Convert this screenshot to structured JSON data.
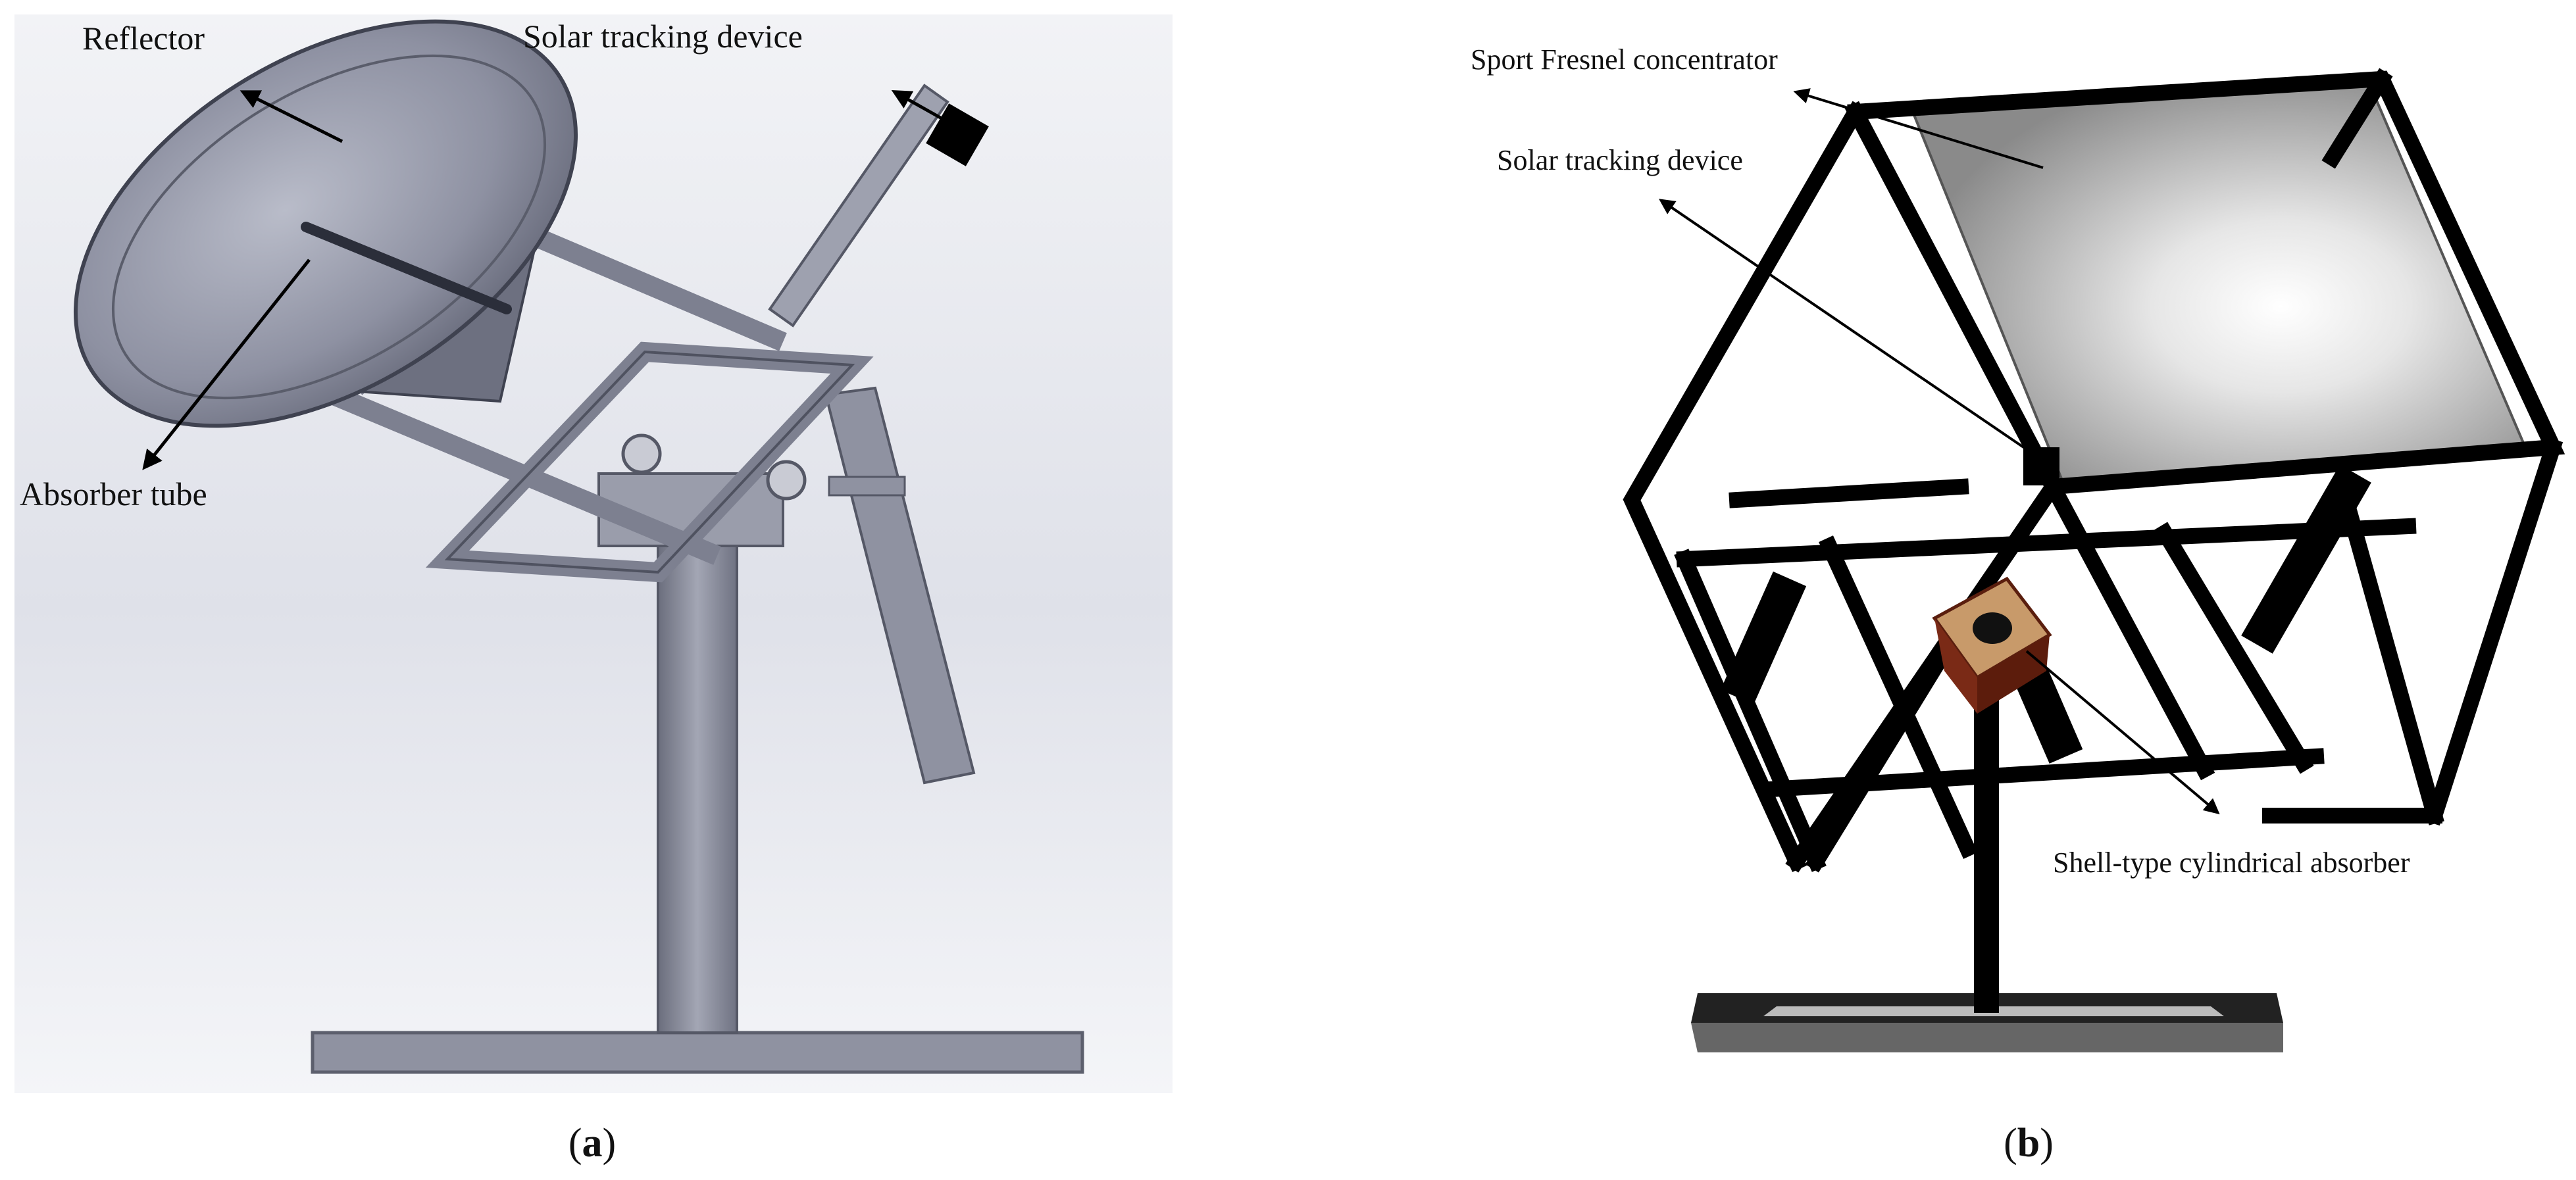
{
  "panel_a": {
    "caption_letter": "a",
    "labels": {
      "reflector": "Reflector",
      "solar_tracking_device": "Solar tracking device",
      "absorber_tube": "Absorber tube"
    }
  },
  "panel_b": {
    "caption_letter": "b",
    "labels": {
      "fresnel_concentrator": "Sport Fresnel concentrator",
      "solar_tracking_device": "Solar tracking device",
      "absorber": "Shell-type cylindrical absorber"
    }
  },
  "colors": {
    "metal_gray": "#8a8d9c",
    "frame_black": "#000000",
    "absorber_brown": "#7a2a16"
  }
}
